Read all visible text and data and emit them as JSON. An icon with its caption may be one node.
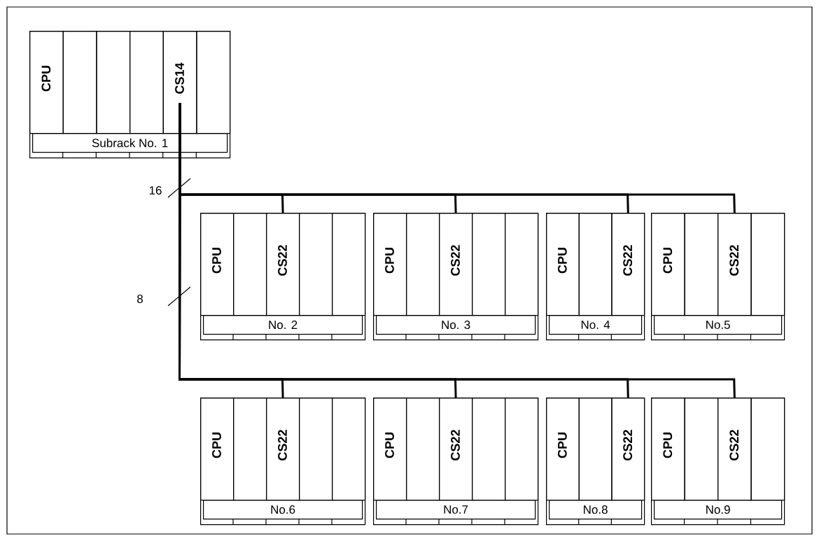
{
  "diagram": {
    "nodes": [
      {
        "text": [
          "Subrack No. 1"
        ]
      },
      {
        "text": [
          "CPU"
        ],
        "in": 0
      },
      {
        "text": [],
        "shape": "box",
        "in": 0
      },
      {
        "text": [],
        "shape": "box",
        "in": 0
      },
      {
        "text": [],
        "shape": "box",
        "in": 0
      },
      {
        "text": [
          "CS14"
        ],
        "in": 0
      },
      {
        "text": [],
        "shape": "box",
        "in": 0
      },
      {
        "text": [
          "No. 2"
        ]
      },
      {
        "text": [
          "CPU"
        ],
        "in": 7
      },
      {
        "text": [],
        "shape": "box",
        "in": 7
      },
      {
        "text": [
          "CS22"
        ],
        "in": 7
      },
      {
        "text": [],
        "shape": "box",
        "in": 7
      },
      {
        "text": [],
        "shape": "box",
        "in": 7
      },
      {
        "text": [
          "No. 3"
        ]
      },
      {
        "text": [
          "CPU"
        ],
        "in": 13
      },
      {
        "text": [],
        "shape": "box",
        "in": 13
      },
      {
        "text": [
          "CS22"
        ],
        "in": 13
      },
      {
        "text": [],
        "shape": "box",
        "in": 13
      },
      {
        "text": [],
        "shape": "box",
        "in": 13
      },
      {
        "text": [
          "No. 4"
        ]
      },
      {
        "text": [
          "CPU"
        ],
        "in": 19
      },
      {
        "text": [],
        "shape": "box",
        "in": 19
      },
      {
        "text": [
          "CS22"
        ],
        "in": 19
      },
      {
        "text": [
          "No.5"
        ]
      },
      {
        "text": [
          "CPU"
        ],
        "in": 23
      },
      {
        "text": [],
        "shape": "box",
        "in": 23
      },
      {
        "text": [
          "CS22"
        ],
        "in": 23
      },
      {
        "text": [],
        "shape": "box",
        "in": 23
      },
      {
        "text": [
          "No.6"
        ]
      },
      {
        "text": [
          "CPU"
        ],
        "in": 28
      },
      {
        "text": [],
        "shape": "box",
        "in": 28
      },
      {
        "text": [
          "CS22"
        ],
        "in": 28
      },
      {
        "text": [],
        "shape": "box",
        "in": 28
      },
      {
        "text": [],
        "shape": "box",
        "in": 28
      },
      {
        "text": [
          "No.7"
        ]
      },
      {
        "text": [
          "CPU"
        ],
        "in": 34
      },
      {
        "text": [],
        "shape": "box",
        "in": 34
      },
      {
        "text": [
          "CS22"
        ],
        "in": 34
      },
      {
        "text": [],
        "shape": "box",
        "in": 34
      },
      {
        "text": [],
        "shape": "box",
        "in": 34
      },
      {
        "text": [
          "No.8"
        ]
      },
      {
        "text": [
          "CPU"
        ],
        "in": 40
      },
      {
        "text": [],
        "shape": "box",
        "in": 40
      },
      {
        "text": [
          "CS22"
        ],
        "in": 40
      },
      {
        "text": [
          "No.9"
        ]
      },
      {
        "text": [
          "CPU"
        ],
        "in": 44
      },
      {
        "text": [],
        "shape": "box",
        "in": 44
      },
      {
        "text": [
          "CS22"
        ],
        "in": 44
      },
      {
        "text": [],
        "shape": "box",
        "in": 44
      }
    ],
    "edges": [
      {
        "from": 5,
        "to": 10,
        "arrow": "none"
      },
      {
        "from": 5,
        "to": 16,
        "arrow": "none"
      },
      {
        "from": 5,
        "to": 22,
        "arrow": "none"
      },
      {
        "from": 5,
        "to": 26,
        "arrow": "none"
      },
      {
        "from": 5,
        "to": 31,
        "arrow": "none"
      },
      {
        "from": 5,
        "to": 37,
        "arrow": "none"
      },
      {
        "from": 5,
        "to": 43,
        "arrow": "none"
      },
      {
        "from": 5,
        "to": 47,
        "arrow": "none"
      }
    ],
    "labels": [
      "16",
      "8"
    ]
  }
}
